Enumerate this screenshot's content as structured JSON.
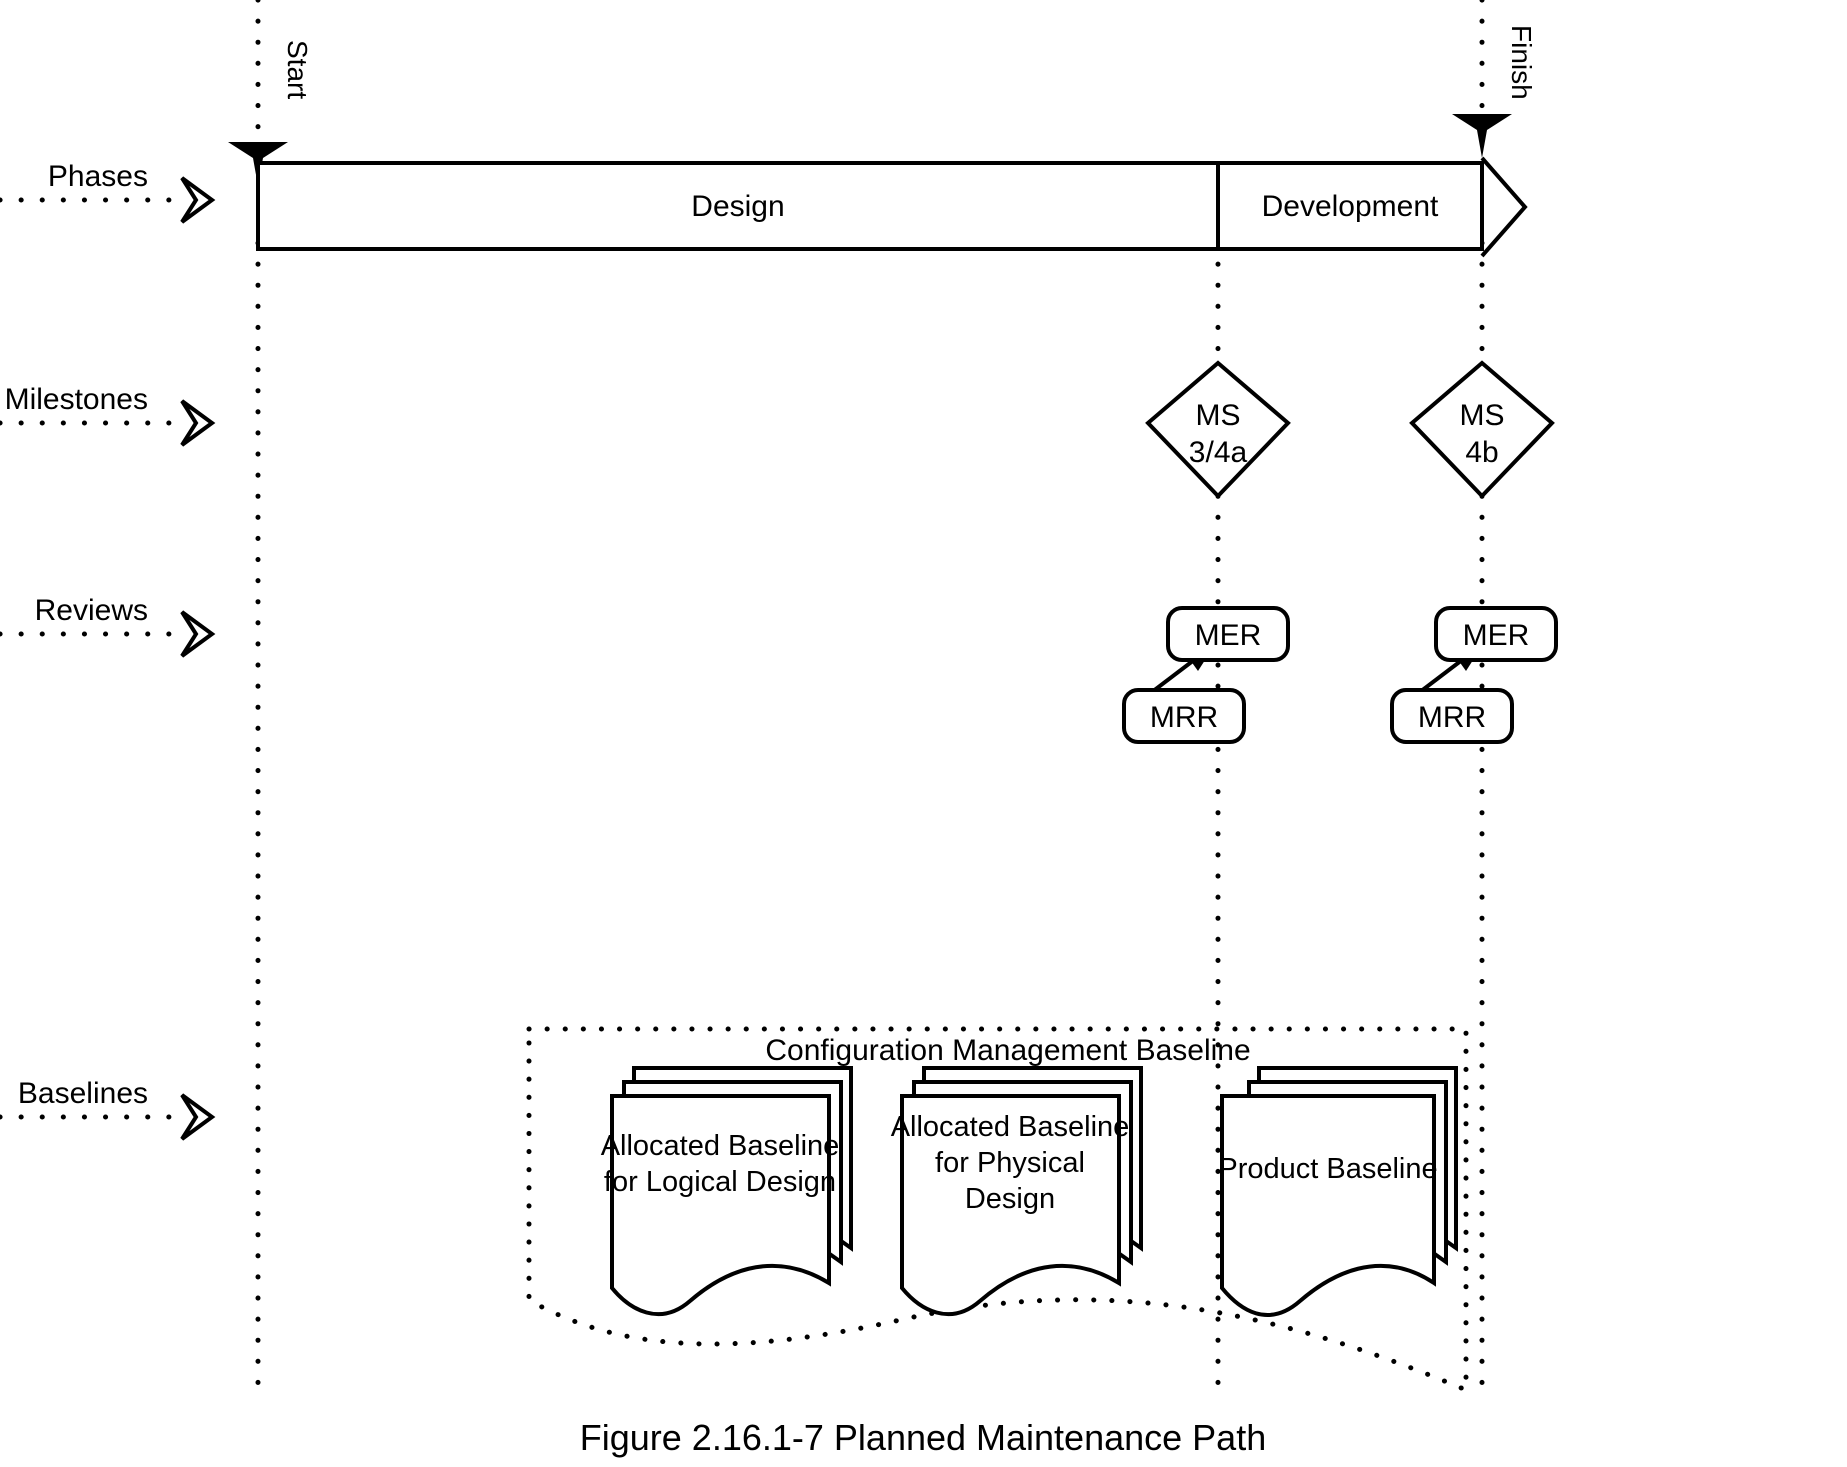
{
  "figure": {
    "caption": "Figure 2.16.1-7 Planned Maintenance Path"
  },
  "timeline": {
    "start_label": "Start",
    "finish_label": "Finish"
  },
  "rows": [
    {
      "key": "phases",
      "label": "Phases"
    },
    {
      "key": "milestones",
      "label": "Milestones"
    },
    {
      "key": "reviews",
      "label": "Reviews"
    },
    {
      "key": "baselines",
      "label": "Baselines"
    }
  ],
  "phases": {
    "items": [
      {
        "label": "Design"
      },
      {
        "label": "Development"
      }
    ]
  },
  "milestones": {
    "items": [
      {
        "line1": "MS",
        "line2": "3/4a"
      },
      {
        "line1": "MS",
        "line2": "4b"
      }
    ]
  },
  "reviews": {
    "groups": [
      {
        "result_label": "MER",
        "readiness_label": "MRR"
      },
      {
        "result_label": "MER",
        "readiness_label": "MRR"
      }
    ]
  },
  "baselines": {
    "container_title": "Configuration Management Baseline",
    "documents": [
      {
        "lines": [
          "Allocated Baseline",
          "for Logical Design"
        ]
      },
      {
        "lines": [
          "Allocated Baseline",
          "for Physical",
          "Design"
        ]
      },
      {
        "lines": [
          "Product Baseline"
        ]
      }
    ]
  },
  "icons": {
    "row_pointer": "open-arrow-right-icon",
    "start_marker": "open-arrow-down-icon",
    "finish_marker": "open-arrow-down-icon",
    "review_link": "arrow-up-right-icon"
  },
  "colors": {
    "stroke": "#000000",
    "background": "#ffffff",
    "text": "#000000"
  }
}
